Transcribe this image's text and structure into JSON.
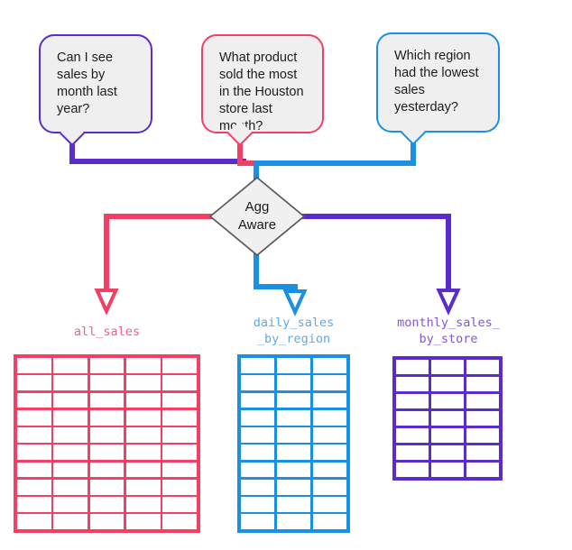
{
  "bubbles": [
    {
      "id": "q1",
      "text": "Can I see\nsales by\nmonth last\nyear?",
      "color": "#5b2ccc"
    },
    {
      "id": "q2",
      "text": "What product\nsold the most\nin the Houston\nstore last\nmonth?",
      "color": "#f43f64"
    },
    {
      "id": "q3",
      "text": "Which region\nhad the lowest\nsales\nyesterday?",
      "color": "#1b8fe4"
    }
  ],
  "diamond": {
    "label": "Agg\nAware",
    "fill": "#f0f0f0",
    "border": "#595959"
  },
  "tables": [
    {
      "name": "all_sales",
      "label": "all_sales",
      "rows": 10,
      "cols": 5,
      "color": "#f43f64",
      "label_color": "#f0608a"
    },
    {
      "name": "daily_sales_by_region",
      "label": "daily_sales\n_by_region",
      "rows": 10,
      "cols": 3,
      "color": "#1b8fe4",
      "label_color": "#5fa9e8"
    },
    {
      "name": "monthly_sales_by_store",
      "label": "monthly_sales_\nby_store",
      "rows": 7,
      "cols": 3,
      "color": "#5b2ccc",
      "label_color": "#8456d6"
    }
  ],
  "colors": {
    "purple": "#5b2ccc",
    "pink": "#f43f64",
    "blue": "#1b8fe4",
    "bubble_fill": "#efefef",
    "diamond_fill": "#f0f0f0",
    "diamond_border": "#595959",
    "text": "#1c1c1c",
    "arrow_fill": "#ffffff"
  }
}
